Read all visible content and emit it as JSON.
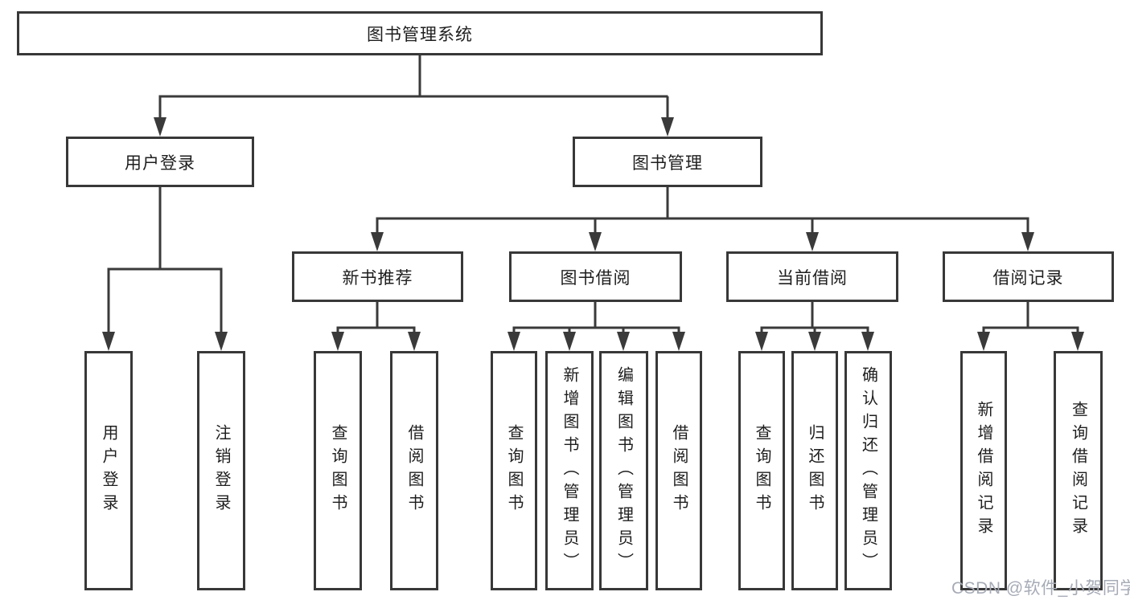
{
  "diagram": {
    "root": {
      "label": "图书管理系统"
    },
    "level2": [
      {
        "label": "用户登录"
      },
      {
        "label": "图书管理"
      }
    ],
    "level3": [
      {
        "label": "新书推荐"
      },
      {
        "label": "图书借阅"
      },
      {
        "label": "当前借阅"
      },
      {
        "label": "借阅记录"
      }
    ],
    "leaves": [
      {
        "label": "用户登录"
      },
      {
        "label": "注销登录"
      },
      {
        "label": "查询图书"
      },
      {
        "label": "借阅图书"
      },
      {
        "label": "查询图书"
      },
      {
        "label": "新增图书（管理员）"
      },
      {
        "label": "编辑图书（管理员）"
      },
      {
        "label": "借阅图书"
      },
      {
        "label": "查询图书"
      },
      {
        "label": "归还图书"
      },
      {
        "label": "确认归还（管理员）"
      },
      {
        "label": "新增借阅记录"
      },
      {
        "label": "查询借阅记录"
      }
    ]
  },
  "watermark": "CSDN @软件_小贺同学",
  "colors": {
    "line": "#3a3a3a",
    "box_border": "#383838",
    "box_background": "#ffffff",
    "text": "#1e1e1e",
    "watermark": "#a6abb6"
  }
}
